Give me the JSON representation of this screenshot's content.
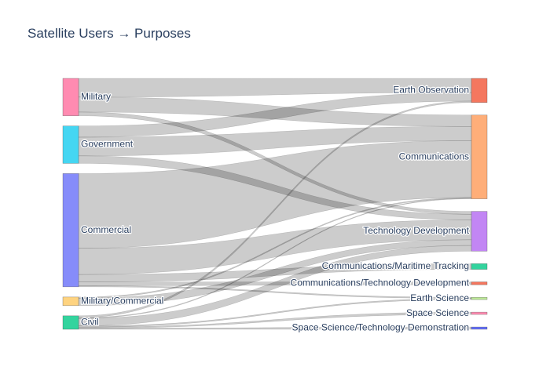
{
  "chart_data": {
    "type": "sankey",
    "title": "Satellite Users → Purposes",
    "nodes": [
      {
        "name": "Military",
        "side": "source",
        "color": "#ff8bb1"
      },
      {
        "name": "Government",
        "side": "source",
        "color": "#45d6f2"
      },
      {
        "name": "Commercial",
        "side": "source",
        "color": "#868cfa"
      },
      {
        "name": "Military/Commercial",
        "side": "source",
        "color": "#fed380"
      },
      {
        "name": "Civil",
        "side": "source",
        "color": "#33d49e"
      },
      {
        "name": "Earth Observation",
        "side": "target",
        "color": "#f4775f"
      },
      {
        "name": "Communications",
        "side": "target",
        "color": "#feae79"
      },
      {
        "name": "Technology Development",
        "side": "target",
        "color": "#c286f4"
      },
      {
        "name": "Communications/Maritime Tracking",
        "side": "target",
        "color": "#33d49e"
      },
      {
        "name": "Communications/Technology Development",
        "side": "target",
        "color": "#f4775f"
      },
      {
        "name": "Earth Science",
        "side": "target",
        "color": "#bce796"
      },
      {
        "name": "Space Science",
        "side": "target",
        "color": "#ff8bb1"
      },
      {
        "name": "Space Science/Technology Demonstration",
        "side": "target",
        "color": "#636efa"
      }
    ],
    "links": [
      {
        "source": "Military",
        "target": "Earth Observation",
        "value": 5
      },
      {
        "source": "Military",
        "target": "Communications",
        "value": 4
      },
      {
        "source": "Military",
        "target": "Technology Development",
        "value": 1
      },
      {
        "source": "Government",
        "target": "Earth Observation",
        "value": 3
      },
      {
        "source": "Government",
        "target": "Communications",
        "value": 5
      },
      {
        "source": "Government",
        "target": "Technology Development",
        "value": 2
      },
      {
        "source": "Commercial",
        "target": "Communications",
        "value": 20
      },
      {
        "source": "Commercial",
        "target": "Technology Development",
        "value": 7
      },
      {
        "source": "Commercial",
        "target": "Communications/Maritime Tracking",
        "value": 2
      },
      {
        "source": "Commercial",
        "target": "Communications/Technology Development",
        "value": 1
      },
      {
        "source": "Commercial",
        "target": "Earth Science",
        "value": 0.3
      },
      {
        "source": "Military/Commercial",
        "target": "Communications",
        "value": 0.3
      },
      {
        "source": "Military/Commercial",
        "target": "Technology Development",
        "value": 2
      },
      {
        "source": "Civil",
        "target": "Earth Observation",
        "value": 0.5
      },
      {
        "source": "Civil",
        "target": "Communications",
        "value": 0.2
      },
      {
        "source": "Civil",
        "target": "Technology Development",
        "value": 2
      },
      {
        "source": "Civil",
        "target": "Earth Science",
        "value": 0.3
      },
      {
        "source": "Civil",
        "target": "Space Science",
        "value": 0.3
      },
      {
        "source": "Civil",
        "target": "Space Science/Technology Demonstration",
        "value": 0.3
      }
    ]
  }
}
